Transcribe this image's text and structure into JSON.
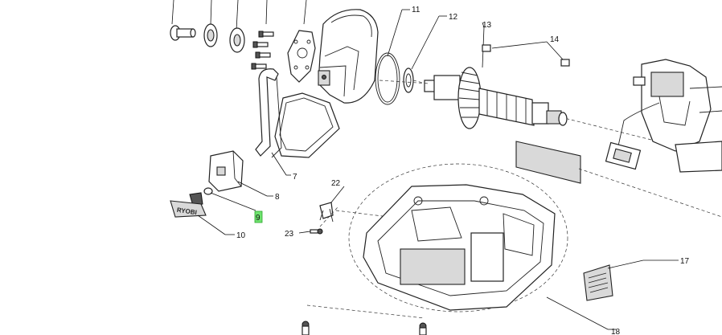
{
  "callouts": {
    "c7": "7",
    "c8": "8",
    "c9": "9",
    "c10": "10",
    "c11": "11",
    "c12": "12",
    "c13": "13",
    "c14": "14",
    "c17": "17",
    "c18": "18",
    "c22": "22",
    "c23": "23"
  },
  "highlight": {
    "part": "9",
    "color": "#6fe36f"
  },
  "logo": {
    "text": "RYOBI"
  }
}
